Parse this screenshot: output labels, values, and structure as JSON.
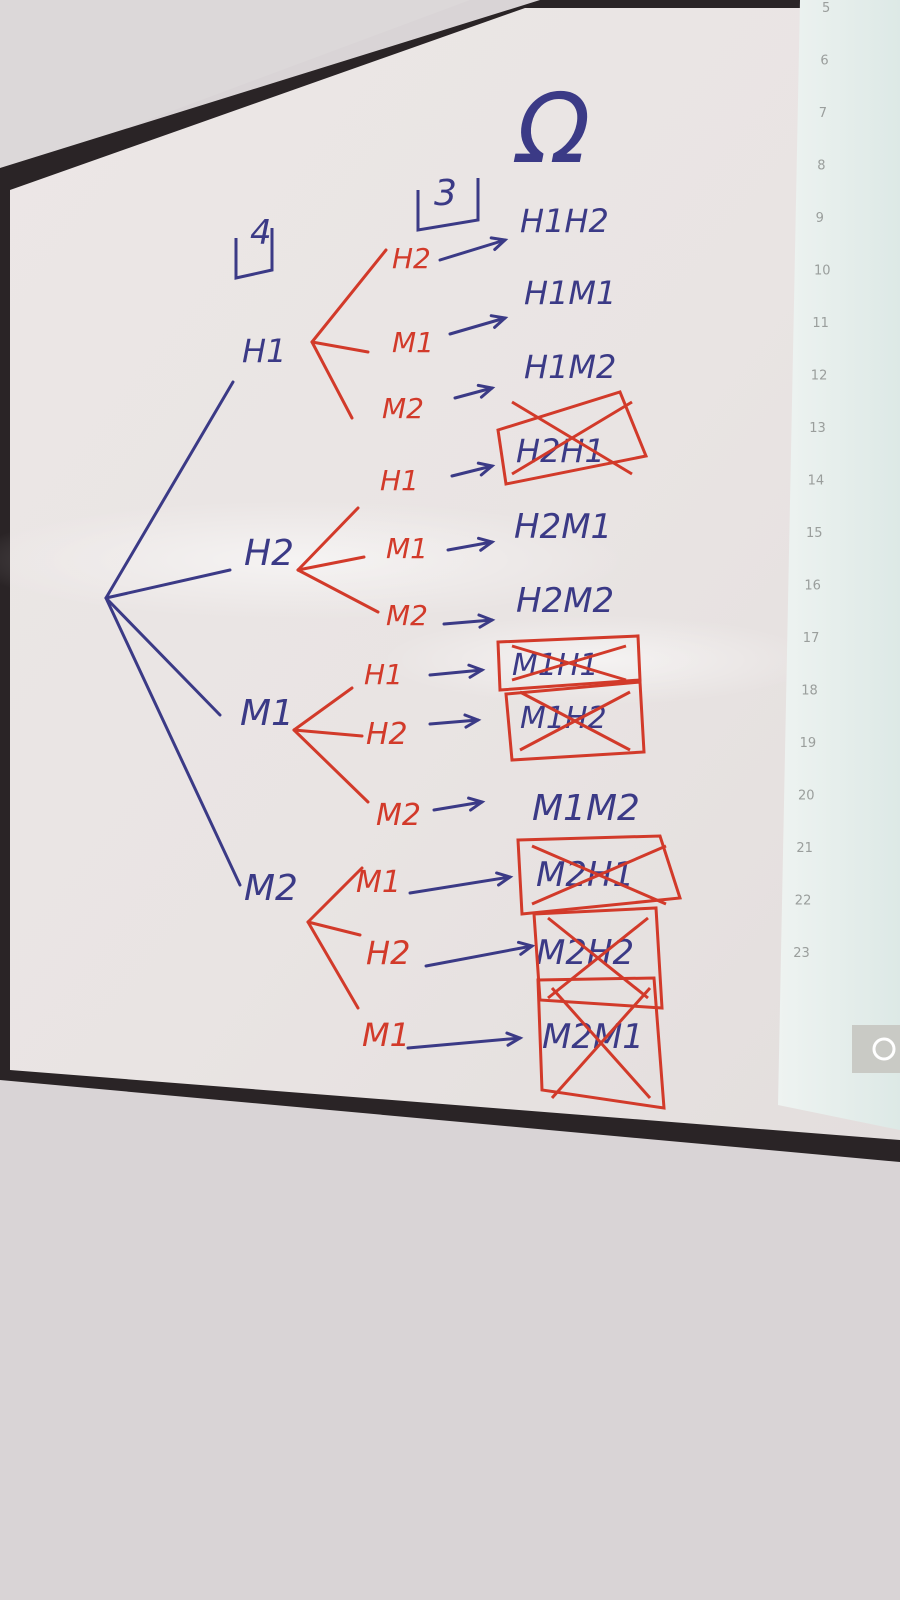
{
  "board": {
    "count_first": "4",
    "count_second": "3",
    "sample_space_symbol": "Ω",
    "first_level": [
      "H1",
      "H2",
      "M1",
      "M2"
    ],
    "second_level": [
      [
        "H2",
        "M1",
        "M2"
      ],
      [
        "H1",
        "M1",
        "M2"
      ],
      [
        "H1",
        "H2",
        "M2"
      ],
      [
        "M1",
        "H2",
        "M1"
      ]
    ],
    "outcomes": [
      {
        "text": "H1H2",
        "crossed": false
      },
      {
        "text": "H1M1",
        "crossed": false
      },
      {
        "text": "H1M2",
        "crossed": false
      },
      {
        "text": "H2H1",
        "crossed": true
      },
      {
        "text": "H2M1",
        "crossed": false
      },
      {
        "text": "H2M2",
        "crossed": false
      },
      {
        "text": "M1H1",
        "crossed": true
      },
      {
        "text": "M1H2",
        "crossed": true
      },
      {
        "text": "M1M2",
        "crossed": false
      },
      {
        "text": "M2H1",
        "crossed": true
      },
      {
        "text": "M2H2",
        "crossed": true
      },
      {
        "text": "M2M1",
        "crossed": true
      }
    ]
  },
  "projected_slide": {
    "line_numbers": [
      "5",
      "6",
      "7",
      "8",
      "9",
      "10",
      "11",
      "12",
      "13",
      "14",
      "15",
      "16",
      "17",
      "18",
      "19",
      "20",
      "21",
      "22",
      "23"
    ]
  },
  "colors": {
    "wall": "#d9d4d6",
    "board": "#ebe6e4",
    "frame": "#2a2426",
    "marker_blue": "#3b3a86",
    "marker_red": "#d23a2a",
    "projection": "#e6efec"
  }
}
